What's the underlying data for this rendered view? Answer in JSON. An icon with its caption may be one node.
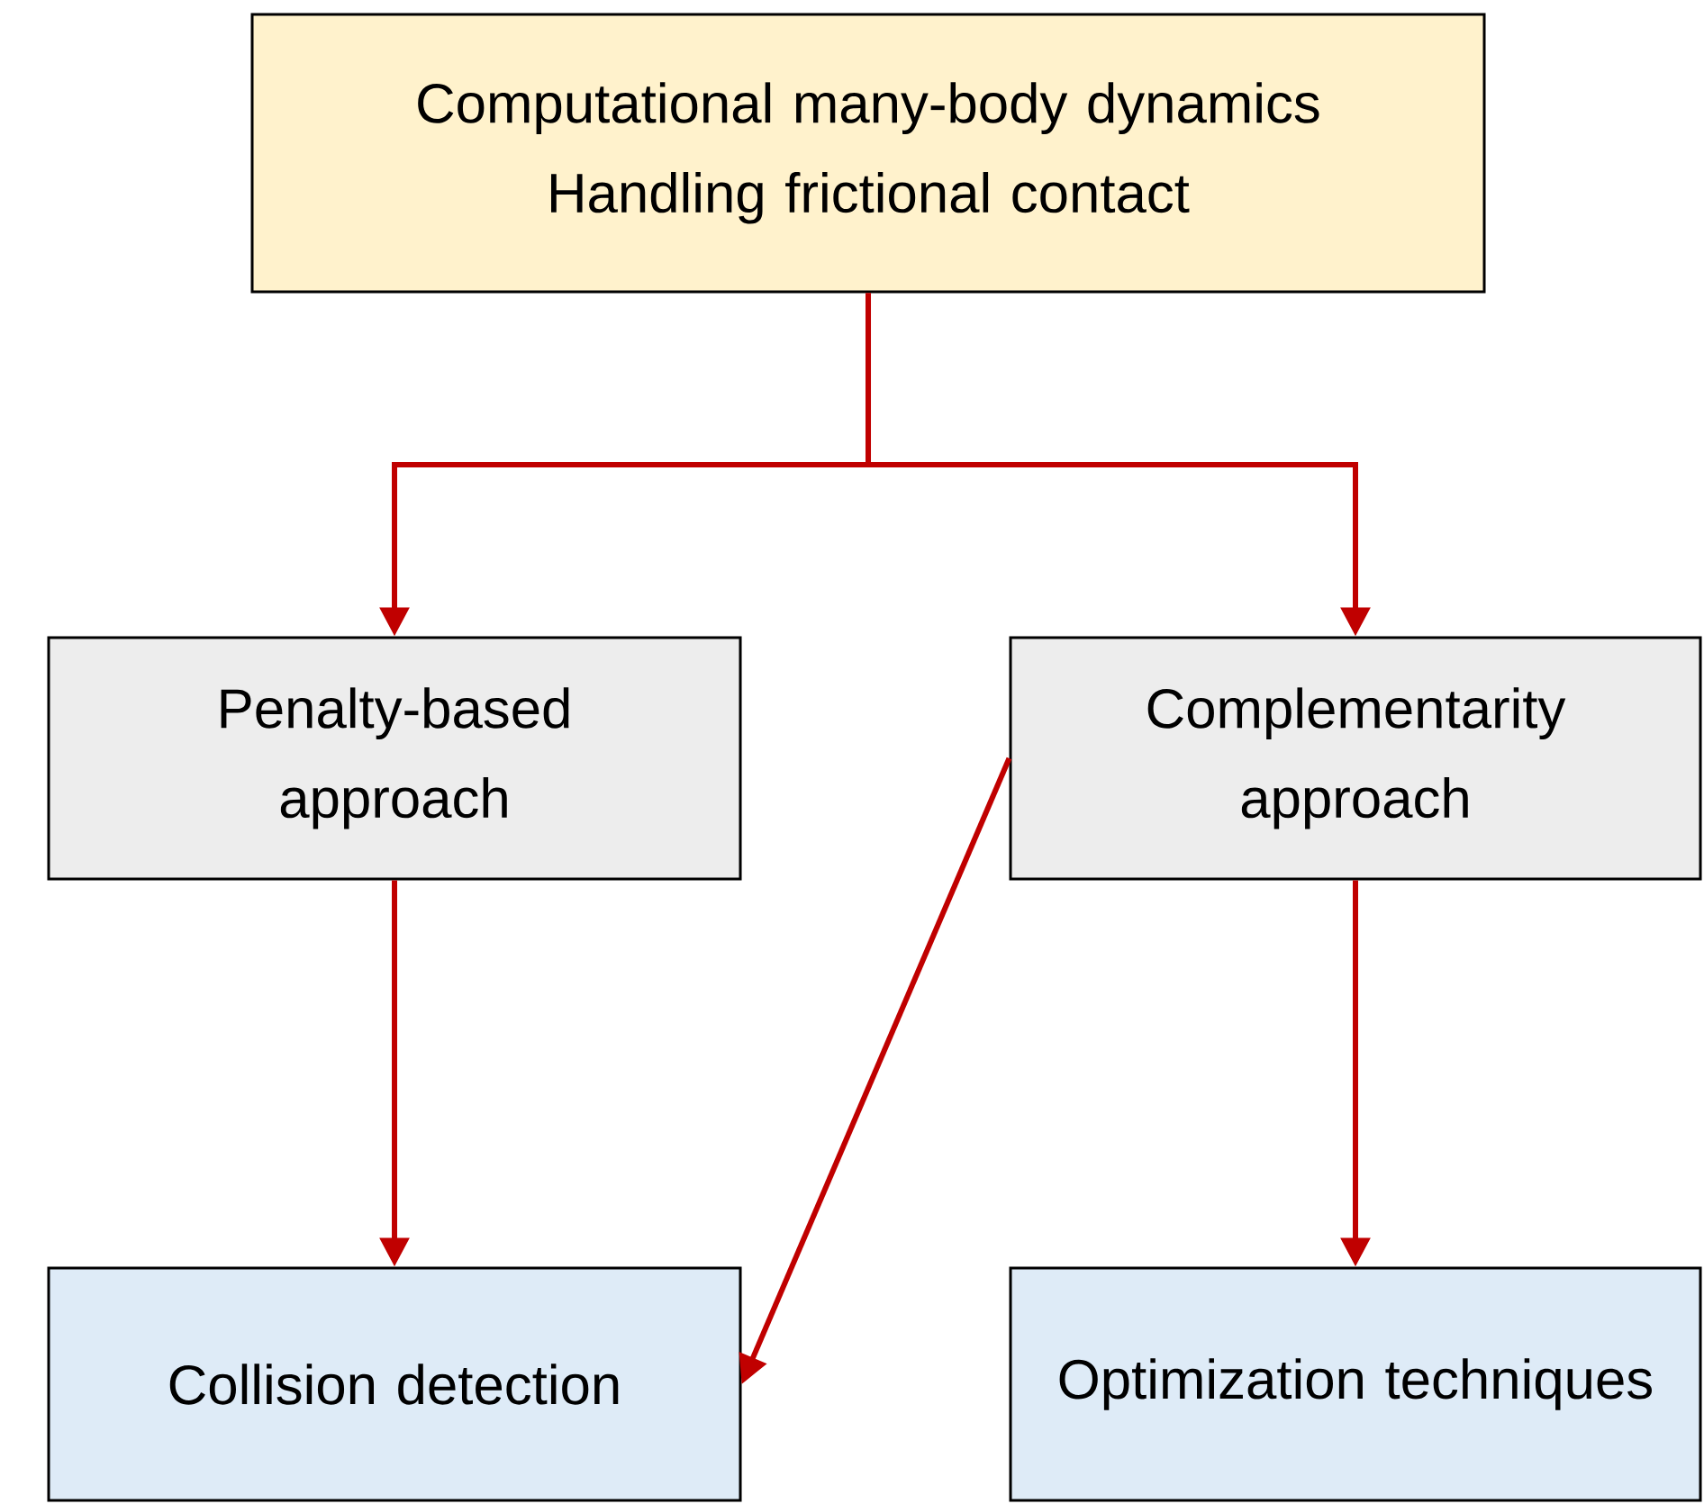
{
  "diagram": {
    "nodes": [
      {
        "text": [
          "Computational many-body dynamics",
          "Handling frictional contact"
        ]
      },
      {
        "text": [
          "Penalty-based approach"
        ]
      },
      {
        "text": [
          "Complementarity approach"
        ]
      },
      {
        "text": [
          "Collision detection"
        ]
      },
      {
        "text": [
          "Optimization techniques"
        ]
      }
    ],
    "edges": [
      {
        "from": 0,
        "to": 1,
        "arrow": "to",
        "color": "#c00000"
      },
      {
        "from": 0,
        "to": 2,
        "arrow": "to",
        "color": "#c00000"
      },
      {
        "from": 1,
        "to": 3,
        "arrow": "to",
        "color": "#c00000"
      },
      {
        "from": 2,
        "to": 4,
        "arrow": "to",
        "color": "#c00000"
      },
      {
        "from": 2,
        "to": 3,
        "arrow": "to",
        "color": "#c00000"
      }
    ]
  }
}
